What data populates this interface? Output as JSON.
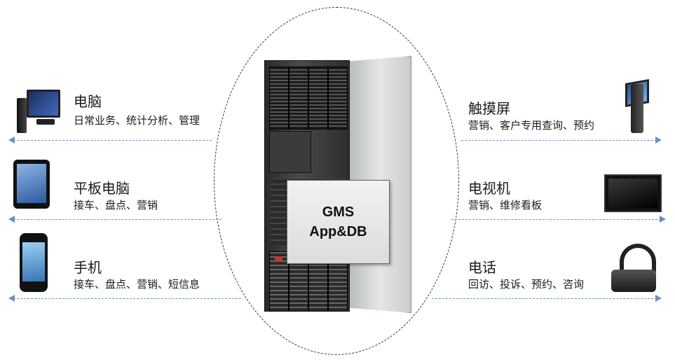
{
  "center": {
    "line1": "GMS",
    "line2": "App&DB"
  },
  "left_devices": [
    {
      "title": "电脑",
      "desc": "日常业务、统计分析、管理",
      "icon": "desktop-computer-icon"
    },
    {
      "title": "平板电脑",
      "desc": "接车、盘点、营销",
      "icon": "tablet-icon"
    },
    {
      "title": "手机",
      "desc": "接车、盘点、营销、短信息",
      "icon": "smartphone-icon"
    }
  ],
  "right_devices": [
    {
      "title": "触摸屏",
      "desc": "营销、客户专用查询、预约",
      "icon": "kiosk-touchscreen-icon"
    },
    {
      "title": "电视机",
      "desc": "营销、维修看板",
      "icon": "television-icon"
    },
    {
      "title": "电话",
      "desc": "回访、投诉、预约、咨询",
      "icon": "telephone-headset-icon"
    }
  ],
  "colors": {
    "arrow": "#6e8fbf",
    "ellipse": "#333333"
  }
}
